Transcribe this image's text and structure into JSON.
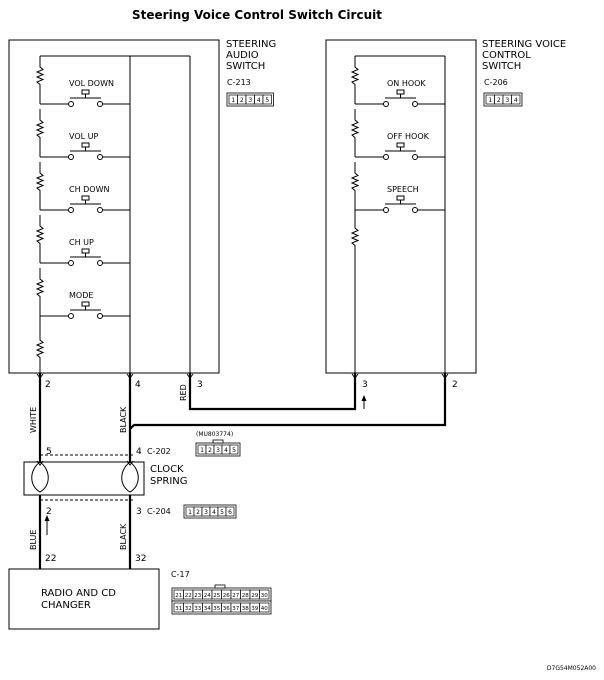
{
  "title": "Steering Voice Control Switch Circuit",
  "footer_code": "D7G54M052A00",
  "steering_audio_switch": {
    "name_lines": [
      "STEERING",
      "AUDIO",
      "SWITCH"
    ],
    "connector": "C-213",
    "connector_pins": [
      "1",
      "2",
      "3",
      "4",
      "5"
    ],
    "switches": [
      "VOL DOWN",
      "VOL UP",
      "CH DOWN",
      "CH UP",
      "MODE"
    ],
    "terminals": [
      "2",
      "4",
      "3"
    ]
  },
  "steering_voice_control_switch": {
    "name_lines": [
      "STEERING VOICE",
      "CONTROL",
      "SWITCH"
    ],
    "connector": "C-206",
    "connector_pins": [
      "1",
      "2",
      "3",
      "4"
    ],
    "switches": [
      "ON HOOK",
      "OFF HOOK",
      "SPEECH"
    ],
    "terminals": [
      "3",
      "2"
    ]
  },
  "wire_colors": {
    "white": "WHITE",
    "black_upper": "BLACK",
    "red": "RED",
    "blue": "BLUE",
    "black_lower": "BLACK"
  },
  "clock_spring": {
    "name_lines": [
      "CLOCK",
      "SPRING"
    ],
    "connector_top": "C-202",
    "connector_top_part": "(MU803774)",
    "connector_top_pins": [
      "1",
      "2",
      "3",
      "4",
      "5"
    ],
    "pins_top": [
      "5",
      "4"
    ],
    "connector_bottom": "C-204",
    "connector_bottom_pins": [
      "1",
      "2",
      "3",
      "4",
      "5",
      "6"
    ],
    "pins_bottom": [
      "2",
      "3"
    ]
  },
  "radio": {
    "name_lines": [
      "RADIO AND CD",
      "CHANGER"
    ],
    "connector": "C-17",
    "pins": [
      "22",
      "32"
    ],
    "connector_row1": [
      "21",
      "22",
      "23",
      "24",
      "25",
      "26",
      "27",
      "28",
      "29",
      "30"
    ],
    "connector_row2": [
      "31",
      "32",
      "33",
      "34",
      "35",
      "36",
      "37",
      "38",
      "39",
      "40"
    ]
  }
}
